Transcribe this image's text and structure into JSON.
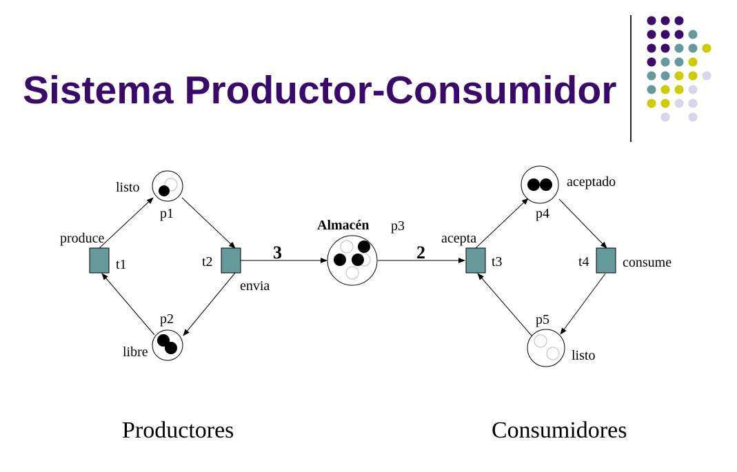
{
  "title": "Sistema Productor-Consumidor",
  "colors": {
    "title": "#3a0a6b",
    "transition_fill": "#66999a",
    "dot_purple": "#3a0a6b",
    "dot_teal": "#66999a",
    "dot_yellow": "#cccc00",
    "dot_lavender": "#d8d4ea"
  },
  "net": {
    "places": {
      "p1": {
        "id": "p1",
        "label": "listo"
      },
      "p2": {
        "id": "p2",
        "label": "libre"
      },
      "p3": {
        "id": "p3",
        "label": "Almacén"
      },
      "p4": {
        "id": "p4",
        "label": "aceptado"
      },
      "p5": {
        "id": "p5",
        "label": "listo"
      }
    },
    "transitions": {
      "t1": {
        "id": "t1",
        "label": "produce"
      },
      "t2": {
        "id": "t2",
        "label": "envia"
      },
      "t3": {
        "id": "t3",
        "label": "acepta"
      },
      "t4": {
        "id": "t4",
        "label": "consume"
      }
    },
    "arc_weights": {
      "t2_p3": "3",
      "p3_t3": "2"
    }
  },
  "sections": {
    "producers": "Productores",
    "consumers": "Consumidores"
  }
}
